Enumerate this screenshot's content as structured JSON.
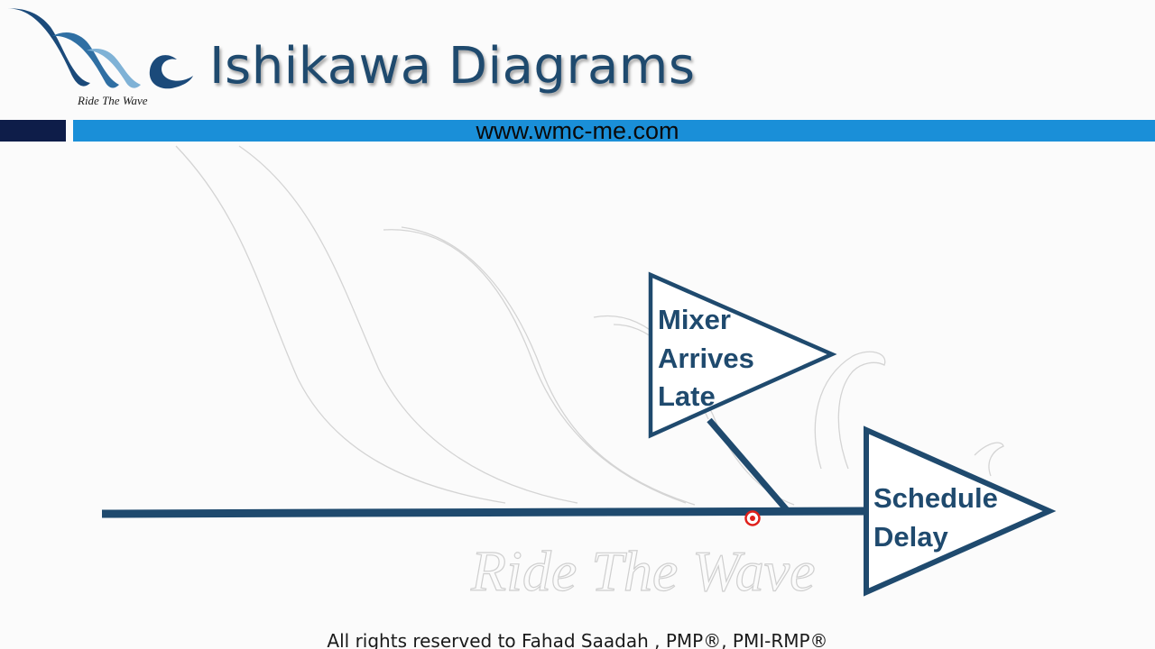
{
  "slide": {
    "title": "Ishikawa Diagrams",
    "website": "www.wmc-me.com",
    "logo_tagline": "Ride The Wave",
    "watermark_text": "Ride The Wave",
    "footer": "All rights reserved to Fahad Saadah , PMP®, PMI-RMP®"
  },
  "diagram": {
    "cause": {
      "lines": [
        "Mixer",
        "Arrives",
        "Late"
      ]
    },
    "effect": {
      "lines": [
        "Schedule",
        "Delay"
      ]
    }
  },
  "colors": {
    "title": "#1f4a6e",
    "diagram_stroke": "#1f4a6e",
    "band_dark": "#0e1d49",
    "band_blue": "#1a8fd8",
    "cursor": "#e0201b"
  },
  "icons": [
    "wmc-wave-logo",
    "cursor-pointer-icon"
  ]
}
